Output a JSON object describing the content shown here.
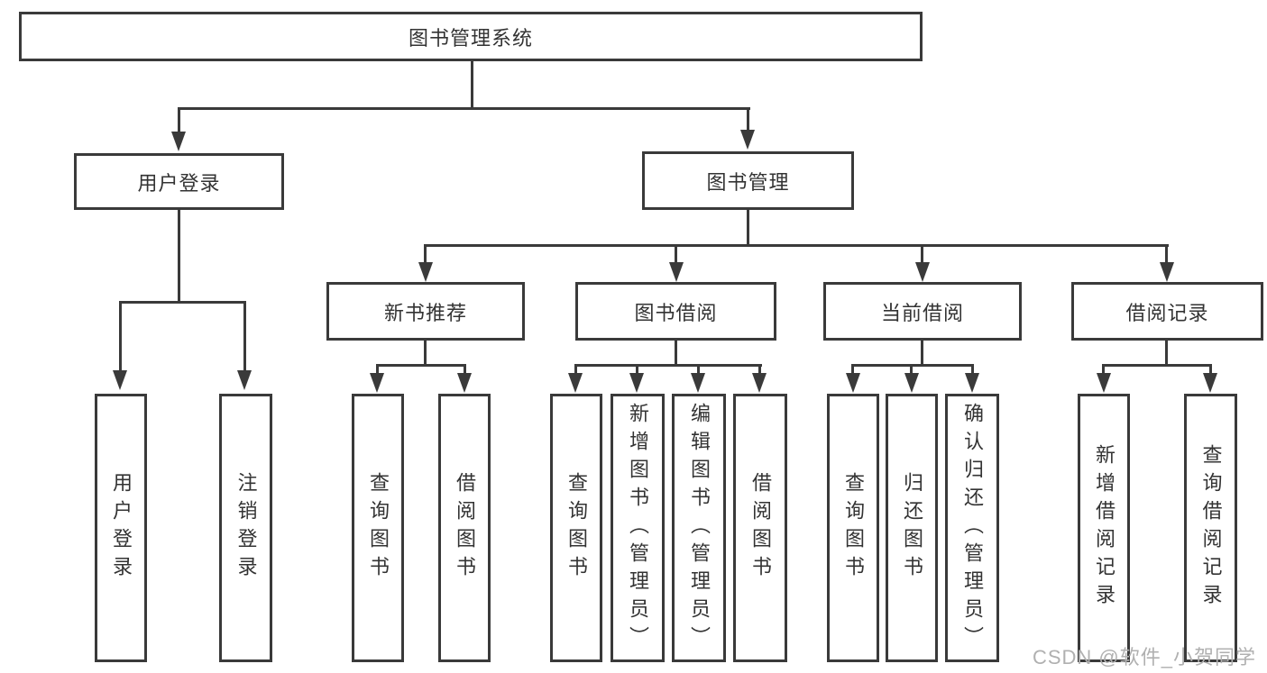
{
  "diagram": {
    "title": "图书管理系统",
    "colors": {
      "line": "#3a3a3a",
      "text": "#333333",
      "background": "#ffffff",
      "watermark": "#b0b0b0"
    },
    "nodes": {
      "root": "图书管理系统",
      "level2": [
        "用户登录",
        "图书管理"
      ],
      "level3": [
        "新书推荐",
        "图书借阅",
        "当前借阅",
        "借阅记录"
      ],
      "leaves_login": [
        "用户登录",
        "注销登录"
      ],
      "leaves_recommend": [
        "查询图书",
        "借阅图书"
      ],
      "leaves_borrow": [
        "查询图书",
        "新增图书（管理员）",
        "编辑图书（管理员）",
        "借阅图书"
      ],
      "leaves_current": [
        "查询图书",
        "归还图书",
        "确认归还（管理员）"
      ],
      "leaves_records": [
        "新增借阅记录",
        "查询借阅记录"
      ]
    }
  },
  "watermark": {
    "text": "CSDN @软件_小贺同学"
  }
}
